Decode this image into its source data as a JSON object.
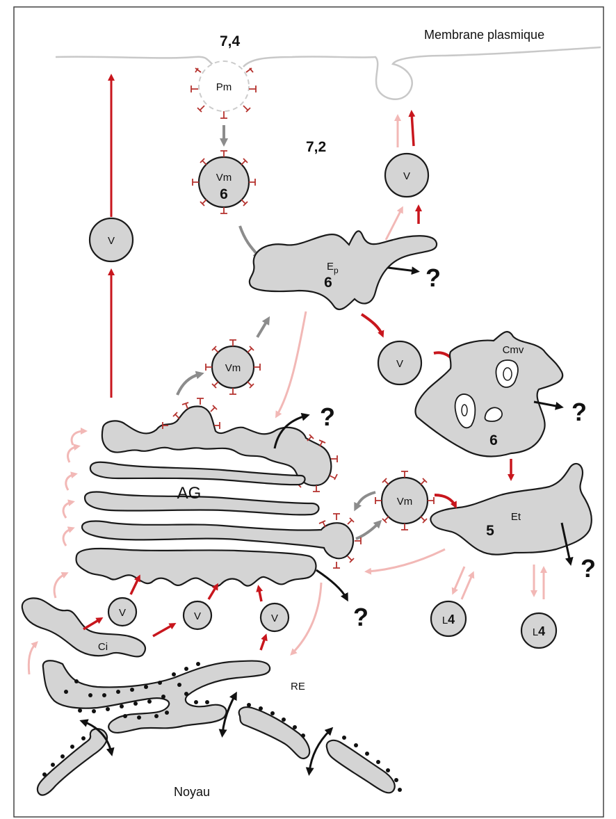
{
  "labels": {
    "membrane": "Membrane plasmique",
    "ph_top": "7,4",
    "ph_mid": "7,2",
    "pm": "Pm",
    "vm": "Vm",
    "v": "V",
    "ep_main": "E",
    "ep_sub": "p",
    "ct": "Cmv",
    "et": "Et",
    "ag": "AG",
    "ci": "Ci",
    "re": "RE",
    "noyau": "Noyau",
    "l_prefix": "L",
    "l_num": "4",
    "n6": "6",
    "n5": "5",
    "question": "?"
  },
  "colors": {
    "organelle_fill": "#d4d4d4",
    "outline": "#1a1a1a",
    "red_arrow": "#c8161d",
    "pink_arrow": "#f2b8b6",
    "grey_arrow": "#8c8c8c",
    "black_arrow": "#111111",
    "receptor": "#b5322e",
    "membrane_line": "#c8c8c8"
  }
}
